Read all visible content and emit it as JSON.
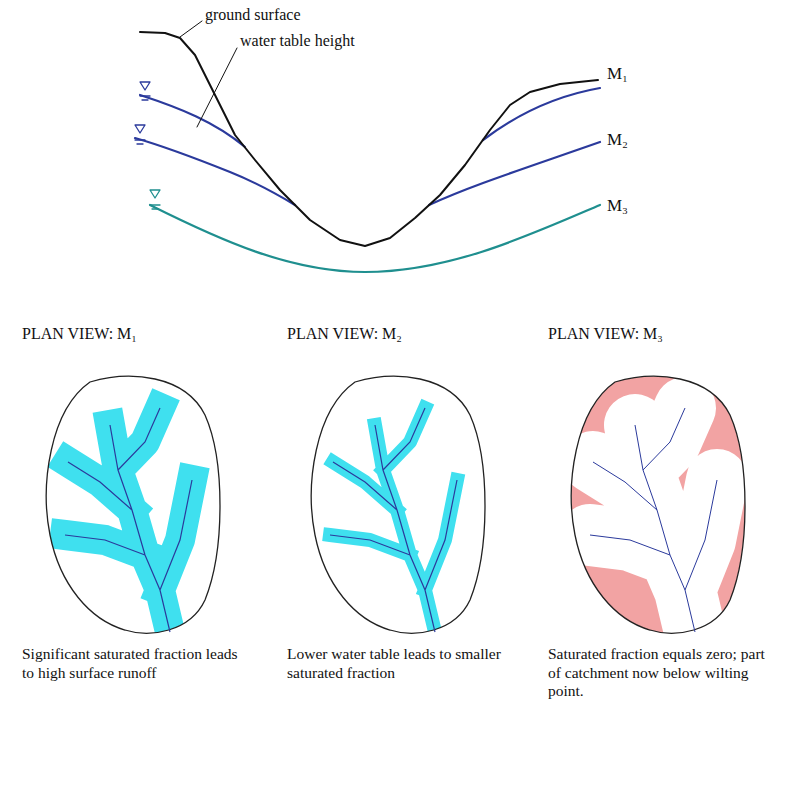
{
  "diagram": {
    "nodes": [
      {
        "text": [
          "PLAN VIEW: M₁",
          "Significant saturated fraction leads to high surface runoff"
        ]
      },
      {
        "text": [
          "PLAN VIEW: M₂",
          "Lower water table leads to smaller saturated fraction"
        ]
      },
      {
        "text": [
          "PLAN VIEW: M₃",
          "Saturated fraction equals zero; part of catchment now below wilting point."
        ]
      }
    ],
    "labels": [
      "ground surface",
      "water table height",
      "M₁",
      "M₂",
      "M₃"
    ]
  }
}
